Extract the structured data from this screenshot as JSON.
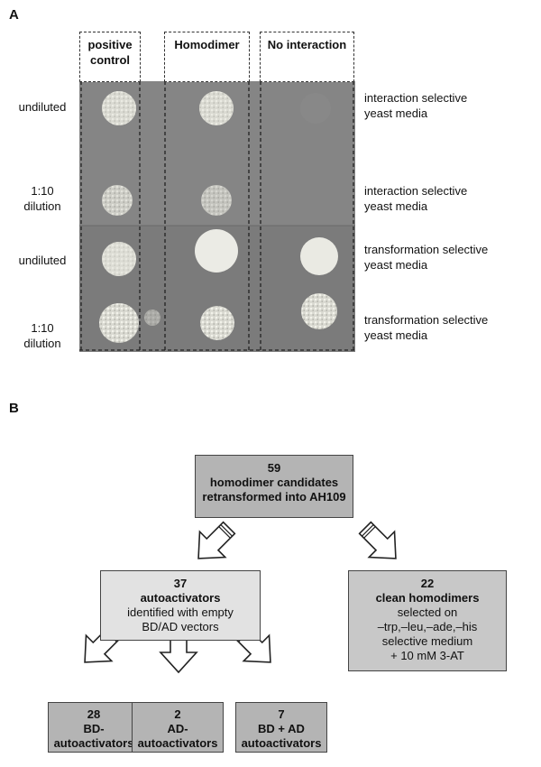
{
  "panel_a": {
    "label": "A",
    "columns": [
      {
        "key": "positive",
        "line1": "positive",
        "line2": "control"
      },
      {
        "key": "homodimer",
        "line1": "Homodimer",
        "line2": ""
      },
      {
        "key": "none",
        "line1": "No interaction",
        "line2": ""
      }
    ],
    "rows": [
      {
        "left1": "undiluted",
        "left2": "",
        "right1": "interaction selective",
        "right2": "yeast media"
      },
      {
        "left1": "1:10",
        "left2": "dilution",
        "right1": "interaction selective",
        "right2": "yeast media"
      },
      {
        "left1": "undiluted",
        "left2": "",
        "right1": "transformation selective",
        "right2": "yeast media"
      },
      {
        "left1": "1:10",
        "left2": "dilution",
        "right1": "transformation selective",
        "right2": "yeast media"
      }
    ]
  },
  "panel_b": {
    "label": "B",
    "top": {
      "count": "59",
      "title1": "homodimer candidates",
      "title2": "retransformed into AH109"
    },
    "auto": {
      "count": "37",
      "title": "autoactivators",
      "desc1": "identified with empty",
      "desc2": "BD/AD vectors"
    },
    "clean": {
      "count": "22",
      "title": "clean homodimers",
      "desc1": "selected on",
      "desc2": "–trp,–leu,–ade,–his",
      "desc3": "selective medium",
      "desc4": "+ 10 mM 3-AT"
    },
    "bd": {
      "count": "28",
      "line1": "BD-",
      "line2": "autoactivators"
    },
    "ad": {
      "count": "2",
      "line1": "AD-",
      "line2": "autoactivators"
    },
    "bdad": {
      "count": "7",
      "line1": "BD + AD",
      "line2": "autoactivators"
    }
  }
}
